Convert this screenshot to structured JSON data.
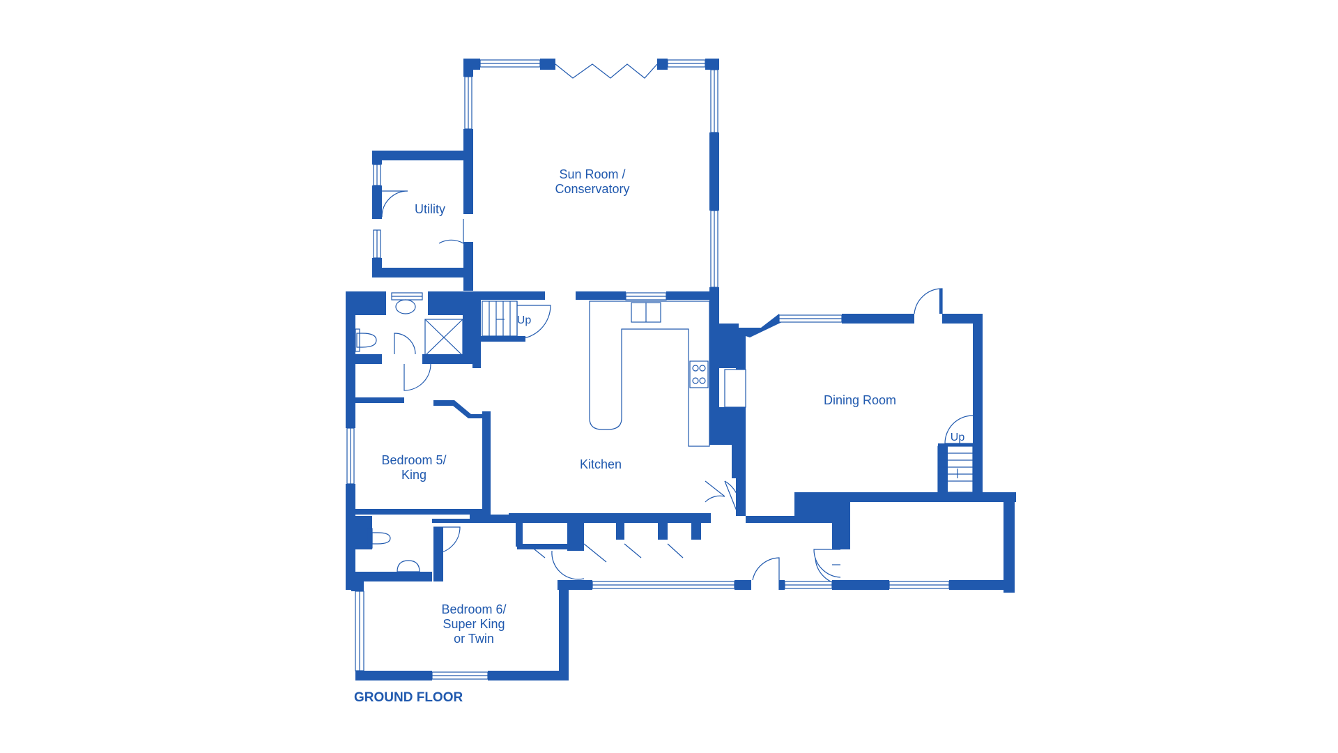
{
  "colors": {
    "wall": "#2059ae",
    "background": "#ffffff"
  },
  "floor_title": "GROUND FLOOR",
  "rooms": {
    "sun_room": [
      "Sun Room /",
      "Conservatory"
    ],
    "utility": [
      "Utility"
    ],
    "dining_room": [
      "Dining Room"
    ],
    "kitchen": [
      "Kitchen"
    ],
    "bedroom5": [
      "Bedroom 5/",
      "King"
    ],
    "bedroom6": [
      "Bedroom 6/",
      "Super King",
      "or Twin"
    ]
  },
  "stairs": {
    "kitchen_stair": "Up",
    "dining_stair": "Up"
  }
}
